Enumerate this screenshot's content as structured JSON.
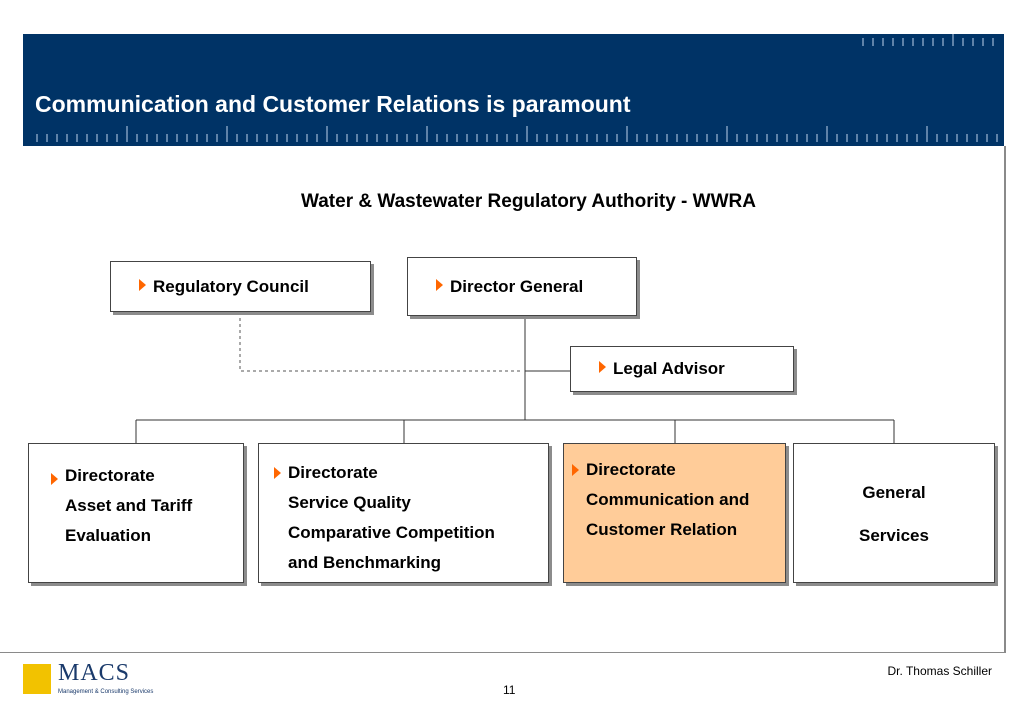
{
  "header": {
    "title": "Communication and Customer Relations is paramount"
  },
  "subtitle": "Water & Wastewater Regulatory Authority - WWRA",
  "org": {
    "regulatory_council": "Regulatory Council",
    "director_general": "Director General",
    "legal_advisor": "Legal Advisor",
    "directorates": [
      {
        "lines": [
          "Directorate",
          "Asset and Tariff",
          "Evaluation"
        ],
        "highlighted": false
      },
      {
        "lines": [
          "Directorate",
          "Service Quality",
          "Comparative Competition",
          "and Benchmarking"
        ],
        "highlighted": false
      },
      {
        "lines": [
          "Directorate",
          "Communication and",
          "Customer Relation"
        ],
        "highlighted": true
      },
      {
        "lines": [
          "General",
          "Services"
        ],
        "highlighted": false
      }
    ]
  },
  "colors": {
    "header_bg": "#003366",
    "arrow": "#ff6600",
    "highlight_bg": "#ffcc99",
    "logo_square": "#f2c200"
  },
  "footer": {
    "logo_name": "MACS",
    "logo_tagline": "Management & Consulting Services",
    "author": "Dr. Thomas Schiller",
    "page_number": "11"
  }
}
